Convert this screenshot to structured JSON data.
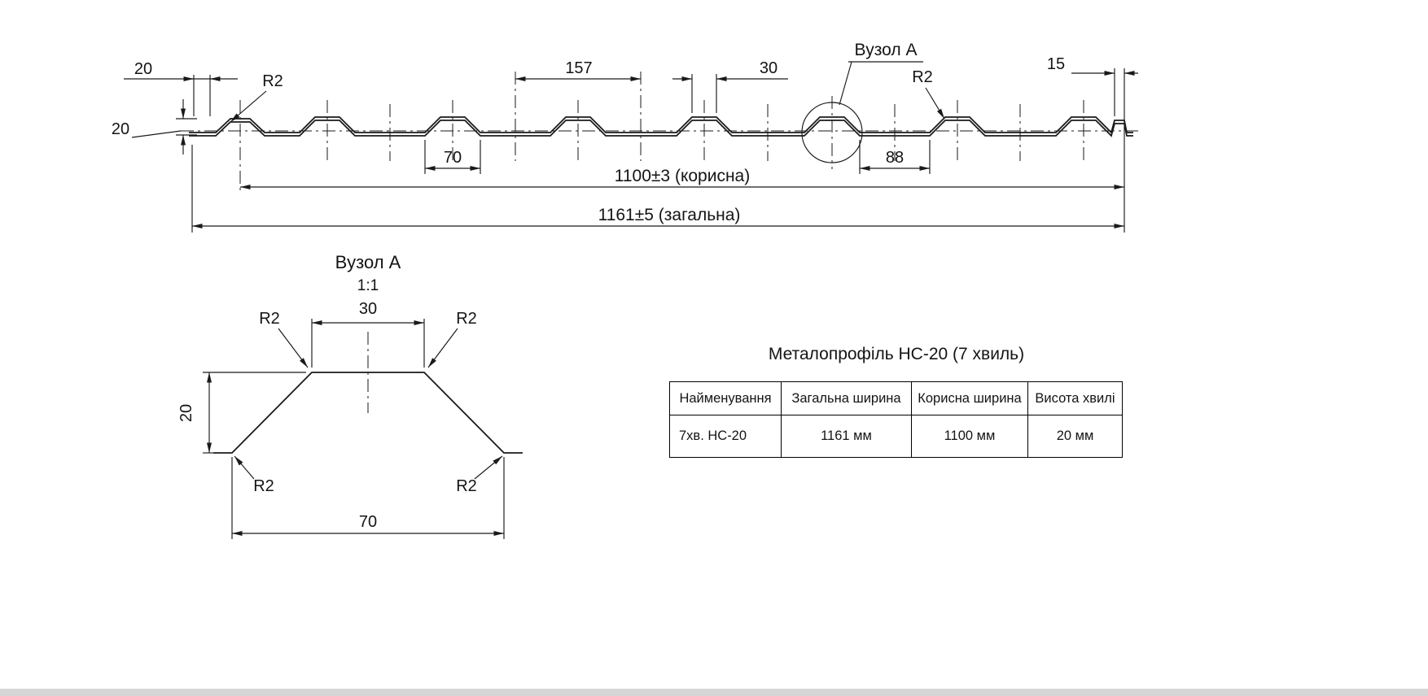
{
  "colors": {
    "ink": "#1a1a1a",
    "paper": "#ffffff",
    "bottom_strip": "#d6d6d6"
  },
  "main_view": {
    "dim_20_edge_width": "20",
    "dim_20_height": "20",
    "radius_left": "R2",
    "dim_pitch": "157",
    "dim_rib_base": "70",
    "dim_rib_top": "30",
    "node_callout": "Вузол А",
    "radius_right": "R2",
    "dim_flat": "88",
    "dim_edge_lip": "15",
    "dim_useful_width": "1100±3 (корисна)",
    "dim_total_width": "1161±5 (загальна)"
  },
  "detail_view": {
    "title": "Вузол А",
    "scale": "1:1",
    "dim_top_width": "30",
    "radius_top_left": "R2",
    "radius_top_right": "R2",
    "dim_height": "20",
    "radius_bottom_left": "R2",
    "radius_bottom_right": "R2",
    "dim_base_width": "70"
  },
  "spec_table": {
    "title": "Металопрофіль НС-20 (7 хвиль)",
    "headers": [
      "Найменування",
      "Загальна ширина",
      "Корисна ширина",
      "Висота хвилі"
    ],
    "rows": [
      {
        "name": "7хв. НС-20",
        "total_width": "1161 мм",
        "useful_width": "1100 мм",
        "wave_height": "20 мм"
      }
    ]
  }
}
